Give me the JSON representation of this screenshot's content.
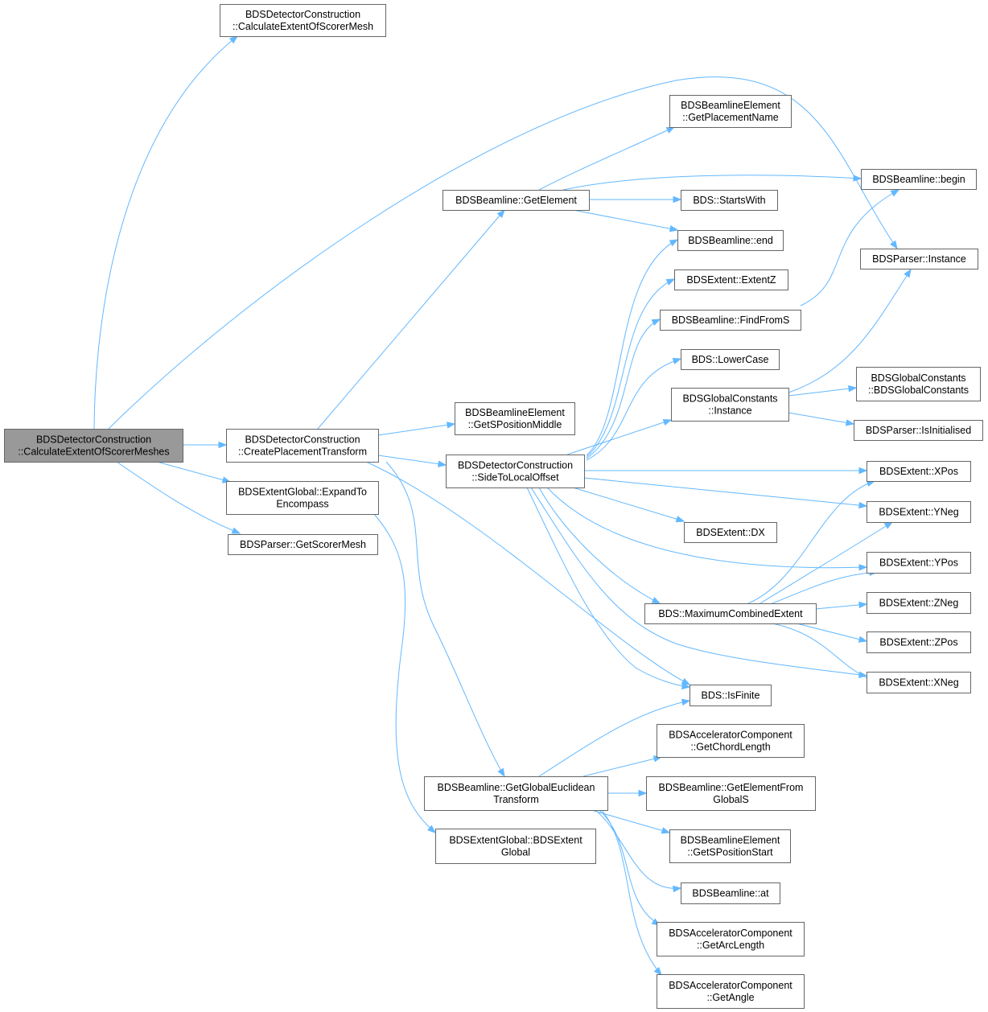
{
  "colors": {
    "edge": "#63b8ff",
    "node_border": "#666666",
    "root_fill": "#999999",
    "node_fill": "#ffffff"
  },
  "nodes": {
    "root": {
      "lines": [
        "BDSDetectorConstruction",
        "::CalculateExtentOfScorerMeshes"
      ]
    },
    "calcMesh": {
      "lines": [
        "BDSDetectorConstruction",
        "::CalculateExtentOfScorerMesh"
      ]
    },
    "createPT": {
      "lines": [
        "BDSDetectorConstruction",
        "::CreatePlacementTransform"
      ]
    },
    "expandTo": {
      "lines": [
        "BDSExtentGlobal::ExpandTo",
        "Encompass"
      ]
    },
    "getScorer": {
      "lines": [
        "BDSParser::GetScorerMesh"
      ]
    },
    "getElement": {
      "lines": [
        "BDSBeamline::GetElement"
      ]
    },
    "getSPosMid": {
      "lines": [
        "BDSBeamlineElement",
        "::GetSPositionMiddle"
      ]
    },
    "sideToLocal": {
      "lines": [
        "BDSDetectorConstruction",
        "::SideToLocalOffset"
      ]
    },
    "getGlobalEucl": {
      "lines": [
        "BDSBeamline::GetGlobalEuclidean",
        "Transform"
      ]
    },
    "extentGlobal": {
      "lines": [
        "BDSExtentGlobal::BDSExtent",
        "Global"
      ]
    },
    "getPlacement": {
      "lines": [
        "BDSBeamlineElement",
        "::GetPlacementName"
      ]
    },
    "startsWith": {
      "lines": [
        "BDS::StartsWith"
      ]
    },
    "blEnd": {
      "lines": [
        "BDSBeamline::end"
      ]
    },
    "extentZ": {
      "lines": [
        "BDSExtent::ExtentZ"
      ]
    },
    "findFromS": {
      "lines": [
        "BDSBeamline::FindFromS"
      ]
    },
    "lowerCase": {
      "lines": [
        "BDS::LowerCase"
      ]
    },
    "gcInstance": {
      "lines": [
        "BDSGlobalConstants",
        "::Instance"
      ]
    },
    "dx": {
      "lines": [
        "BDSExtent::DX"
      ]
    },
    "maxComb": {
      "lines": [
        "BDS::MaximumCombinedExtent"
      ]
    },
    "isFinite": {
      "lines": [
        "BDS::IsFinite"
      ]
    },
    "chordLen": {
      "lines": [
        "BDSAcceleratorComponent",
        "::GetChordLength"
      ]
    },
    "elemFromS": {
      "lines": [
        "BDSBeamline::GetElementFrom",
        "GlobalS"
      ]
    },
    "sPosStart": {
      "lines": [
        "BDSBeamlineElement",
        "::GetSPositionStart"
      ]
    },
    "blAt": {
      "lines": [
        "BDSBeamline::at"
      ]
    },
    "arcLen": {
      "lines": [
        "BDSAcceleratorComponent",
        "::GetArcLength"
      ]
    },
    "getAngle": {
      "lines": [
        "BDSAcceleratorComponent",
        "::GetAngle"
      ]
    },
    "blBegin": {
      "lines": [
        "BDSBeamline::begin"
      ]
    },
    "parserInst": {
      "lines": [
        "BDSParser::Instance"
      ]
    },
    "gcCtor": {
      "lines": [
        "BDSGlobalConstants",
        "::BDSGlobalConstants"
      ]
    },
    "isInit": {
      "lines": [
        "BDSParser::IsInitialised"
      ]
    },
    "xPos": {
      "lines": [
        "BDSExtent::XPos"
      ]
    },
    "yNeg": {
      "lines": [
        "BDSExtent::YNeg"
      ]
    },
    "yPos": {
      "lines": [
        "BDSExtent::YPos"
      ]
    },
    "zNeg": {
      "lines": [
        "BDSExtent::ZNeg"
      ]
    },
    "zPos": {
      "lines": [
        "BDSExtent::ZPos"
      ]
    },
    "xNeg": {
      "lines": [
        "BDSExtent::XNeg"
      ]
    }
  },
  "edges": [
    [
      "root",
      "calcMesh"
    ],
    [
      "root",
      "parserInst"
    ],
    [
      "root",
      "createPT"
    ],
    [
      "root",
      "expandTo"
    ],
    [
      "root",
      "getScorer"
    ],
    [
      "createPT",
      "getElement"
    ],
    [
      "createPT",
      "getSPosMid"
    ],
    [
      "createPT",
      "sideToLocal"
    ],
    [
      "createPT",
      "isFinite"
    ],
    [
      "createPT",
      "getGlobalEucl"
    ],
    [
      "expandTo",
      "extentGlobal"
    ],
    [
      "getElement",
      "getPlacement"
    ],
    [
      "getElement",
      "blBegin"
    ],
    [
      "getElement",
      "startsWith"
    ],
    [
      "getElement",
      "blEnd"
    ],
    [
      "sideToLocal",
      "blEnd"
    ],
    [
      "sideToLocal",
      "extentZ"
    ],
    [
      "sideToLocal",
      "findFromS"
    ],
    [
      "sideToLocal",
      "lowerCase"
    ],
    [
      "sideToLocal",
      "gcInstance"
    ],
    [
      "sideToLocal",
      "xPos"
    ],
    [
      "sideToLocal",
      "yNeg"
    ],
    [
      "sideToLocal",
      "dx"
    ],
    [
      "sideToLocal",
      "yPos"
    ],
    [
      "sideToLocal",
      "maxComb"
    ],
    [
      "sideToLocal",
      "xNeg"
    ],
    [
      "sideToLocal",
      "isFinite"
    ],
    [
      "findFromS",
      "blBegin"
    ],
    [
      "gcInstance",
      "parserInst"
    ],
    [
      "gcInstance",
      "gcCtor"
    ],
    [
      "gcInstance",
      "isInit"
    ],
    [
      "maxComb",
      "xPos"
    ],
    [
      "maxComb",
      "yNeg"
    ],
    [
      "maxComb",
      "yPos"
    ],
    [
      "maxComb",
      "zNeg"
    ],
    [
      "maxComb",
      "zPos"
    ],
    [
      "maxComb",
      "xNeg"
    ],
    [
      "getGlobalEucl",
      "isFinite"
    ],
    [
      "getGlobalEucl",
      "chordLen"
    ],
    [
      "getGlobalEucl",
      "elemFromS"
    ],
    [
      "getGlobalEucl",
      "sPosStart"
    ],
    [
      "getGlobalEucl",
      "blAt"
    ],
    [
      "getGlobalEucl",
      "arcLen"
    ],
    [
      "getGlobalEucl",
      "getAngle"
    ]
  ]
}
